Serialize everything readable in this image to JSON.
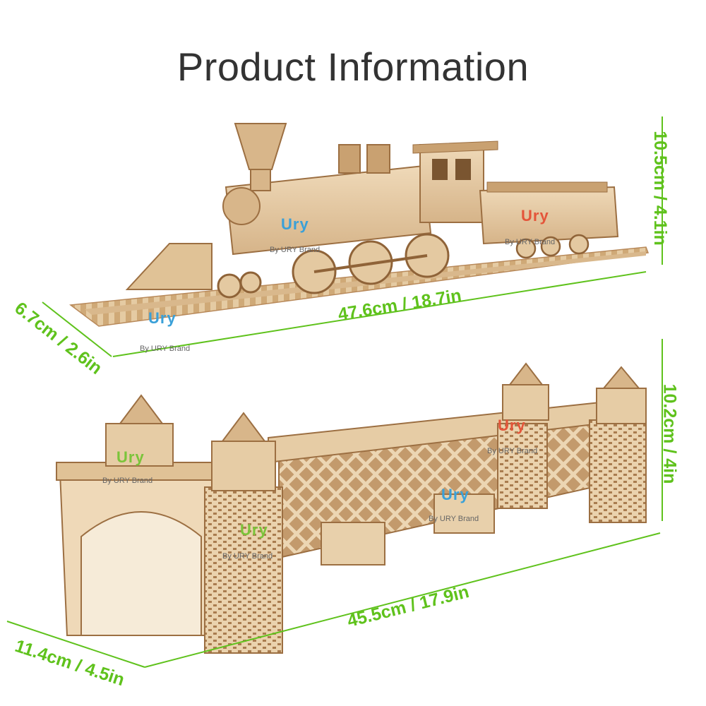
{
  "title": "Product Information",
  "colors": {
    "accent": "#5fc21c",
    "title": "#333333",
    "wood": "#e3c7a0",
    "wood_dark": "#b8895a"
  },
  "train": {
    "length": "47.6cm / 18.7in",
    "height": "10.5cm / 4.1in",
    "width": "6.7cm / 2.6in"
  },
  "bridge": {
    "length": "45.5cm / 17.9in",
    "height": "10.2cm / 4in",
    "width": "11.4cm / 4.5in"
  },
  "watermark": {
    "logo": "Ury",
    "caption": "By URY Brand"
  }
}
